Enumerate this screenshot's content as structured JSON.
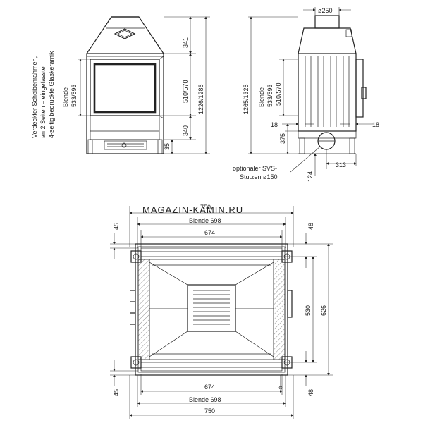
{
  "watermark": "MAGAZIN-KAMIN.RU",
  "front_view": {
    "note_line1": "Verdeckter Scheibenrahmen,",
    "note_line2": "an 2 Seiten – eingefasste",
    "note_line3": "4-seitig bedruckte Glaskeramik",
    "blende_label": "Blende",
    "blende_value": "533/593",
    "dim_top": "341",
    "dim_glass": "510/570",
    "dim_bottom": "340",
    "dim_foot": "35",
    "dim_total": "1226/1286"
  },
  "side_view": {
    "dim_flue": "ø250",
    "blende_label": "Blende",
    "blende_value": "533/593",
    "dim_glass": "510/570",
    "dim_total": "1265/1325",
    "dim_left_18": "18",
    "dim_right_18": "18",
    "dim_375": "375",
    "dim_124": "124",
    "dim_313": "313",
    "svs_line1": "optionaler SVS-",
    "svs_line2": "Stutzen ø150"
  },
  "plan_view": {
    "dim_top_outer": "750",
    "dim_top_blende": "Blende 698",
    "dim_top_inner": "674",
    "dim_bottom_inner": "674",
    "dim_bottom_blende": "Blende 698",
    "dim_bottom_outer": "750",
    "dim_left_top": "45",
    "dim_left_bottom": "45",
    "dim_right_top": "48",
    "dim_right_bottom": "48",
    "dim_530": "530",
    "dim_626": "626"
  }
}
